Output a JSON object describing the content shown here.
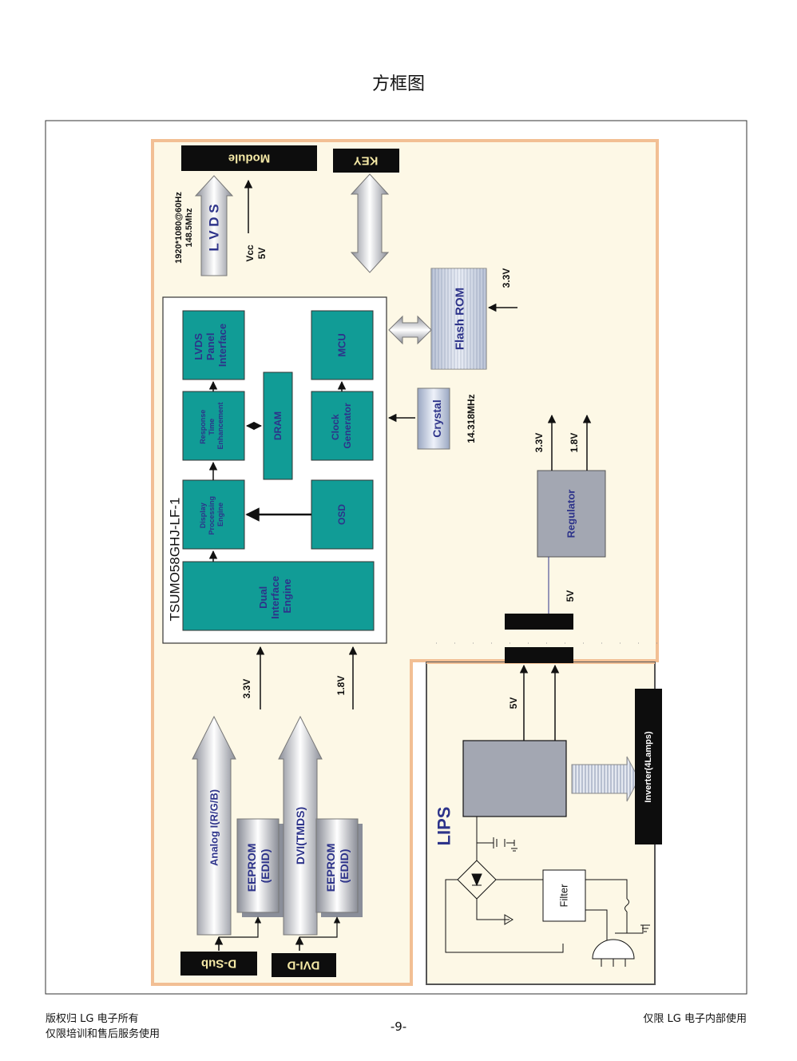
{
  "page_title": "方框图",
  "chip_name": "TSUMO58GHJ-LF-1",
  "blocks": {
    "lvds_panel": [
      "LVDS",
      "Panel",
      "Interface"
    ],
    "mcu": "MCU",
    "rte": [
      "Response",
      "Time",
      "Enhancement"
    ],
    "dram": "DRAM",
    "clock": [
      "Clock",
      "Generator"
    ],
    "dpe": [
      "Display",
      "Processing",
      "Engine"
    ],
    "osd": "OSD",
    "die": [
      "Dual",
      "Interface",
      "Engine"
    ],
    "flash": "Flash ROM",
    "crystal": "Crystal",
    "regulator": "Regulator"
  },
  "connectors": {
    "module": "Module",
    "key": "KEY",
    "dsub": "D-Sub",
    "dvid": "DVI-D",
    "inverter": "Inverter(4Lamps)"
  },
  "signals": {
    "lvds": "L V D S",
    "res": "1920*1080@60Hz",
    "clk": "148.5Mhz",
    "vcc": "Vcc",
    "v5": "5V",
    "v33": "3.3V",
    "v18": "1.8V",
    "xtal_freq": "14.318MHz",
    "analog": "Analog I(R/G/B)",
    "dvi": "DVI(TMDS)",
    "eeprom": [
      "EEPROM",
      "(EDID)"
    ],
    "lips": "LIPS",
    "filter": "Filter"
  },
  "footer": {
    "left1": "版权归 LG 电子所有",
    "left2": "仅限培训和售后服务使用",
    "center": "-9-",
    "right": "仅限 LG 电子内部使用"
  },
  "colors": {
    "teal": "#119c96",
    "navy": "#2d338a",
    "board": "#fdf8e6",
    "board_border": "#f2bf94",
    "gray": "#a3a7b2"
  }
}
